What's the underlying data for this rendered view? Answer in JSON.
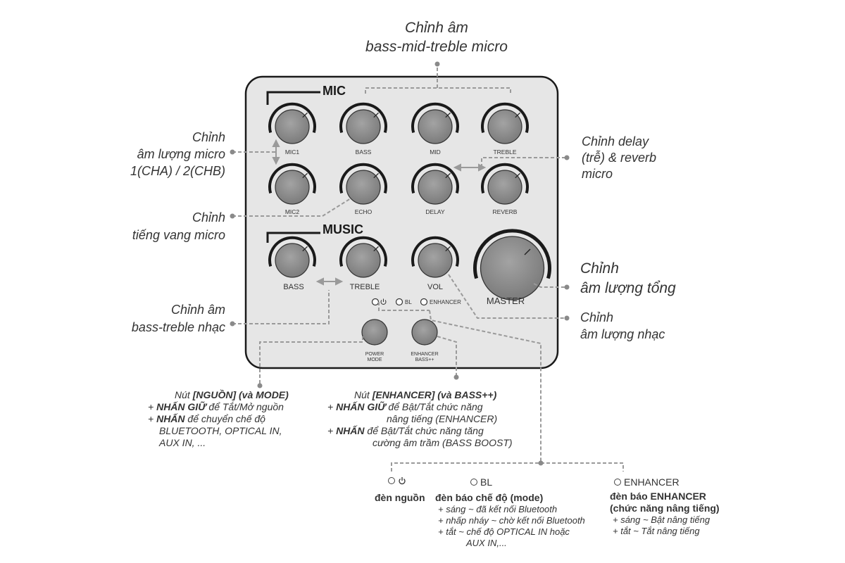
{
  "panel": {
    "sections": {
      "mic": "MIC",
      "music": "MUSIC"
    },
    "knobs": {
      "mic1": "MIC1",
      "bass": "BASS",
      "mid": "MID",
      "treble": "TREBLE",
      "mic2": "MIC2",
      "echo": "ECHO",
      "delay": "DELAY",
      "reverb": "REVERB",
      "music_bass": "BASS",
      "music_treble": "TREBLE",
      "vol": "VOL",
      "master": "MASTER"
    },
    "indicators": {
      "power_icon": "power-icon",
      "bl": "BL",
      "enhancer": "ENHANCER"
    },
    "buttons": {
      "power_line1": "POWER",
      "power_line2": "MODE",
      "enh_line1": "ENHANCER",
      "enh_line2": "BASS++"
    }
  },
  "callouts": {
    "top_line1": "Chỉnh âm",
    "top_line2": "bass-mid-treble micro",
    "mic_vol_line1": "Chỉnh",
    "mic_vol_line2": "âm lượng micro",
    "mic_vol_line3": "1(CHA) / 2(CHB)",
    "echo_line1": "Chỉnh",
    "echo_line2": "tiếng vang micro",
    "delay_line1": "Chỉnh delay",
    "delay_line2": "(trễ) & reverb",
    "delay_line3": "micro",
    "master_line1": "Chỉnh",
    "master_line2": "âm lượng tổng",
    "music_vol_line1": "Chỉnh",
    "music_vol_line2": "âm lượng nhạc",
    "music_bt_line1": "Chỉnh âm",
    "music_bt_line2": "bass-treble nhạc"
  },
  "power_note": {
    "title_pre": "Nút ",
    "title_bold": "[NGUỒN] (và MODE)",
    "l1_pre": "+ ",
    "l1_bold": "NHẤN GIỮ",
    "l1_rest": " để Tắt/Mở nguồn",
    "l2_pre": "+ ",
    "l2_bold": "NHẤN",
    "l2_rest": " để chuyển chế độ",
    "l3": "BLUETOOTH, OPTICAL IN,",
    "l4": "AUX IN, ..."
  },
  "enhancer_note": {
    "title_pre": "Nút ",
    "title_bold": "[ENHANCER] (và BASS++)",
    "l1_pre": "+ ",
    "l1_bold": "NHẤN GIỮ",
    "l1_rest": " để Bật/Tắt chức năng",
    "l2": "nâng tiếng (ENHANCER)",
    "l3_pre": "+ ",
    "l3_bold": "NHẤN",
    "l3_rest": " để Bật/Tắt chức năng tăng",
    "l4": "cường âm trầm (BASS BOOST)"
  },
  "legend": {
    "power_led": {
      "icon": "power-icon",
      "label": "đèn nguồn"
    },
    "bl_led": {
      "symbol": "BL",
      "title": "đèn báo chế độ (mode)",
      "l1": "+ sáng ~ đã kết nối Bluetooth",
      "l2": "+ nhấp nháy ~ chờ kết nối Bluetooth",
      "l3": "+ tắt ~ chế độ OPTICAL IN hoặc",
      "l4": "AUX IN,..."
    },
    "enhancer_led": {
      "symbol": "ENHANCER",
      "title": "đèn báo ENHANCER",
      "subtitle": "(chức năng nâng tiếng)",
      "l1": "+ sáng ~ Bật nâng tiếng",
      "l2": "+ tắt ~ Tắt nâng tiếng"
    }
  },
  "colors": {
    "panel_bg": "#e6e6e6",
    "knob": "#8f8f8f",
    "line": "#999999",
    "text": "#333333"
  }
}
